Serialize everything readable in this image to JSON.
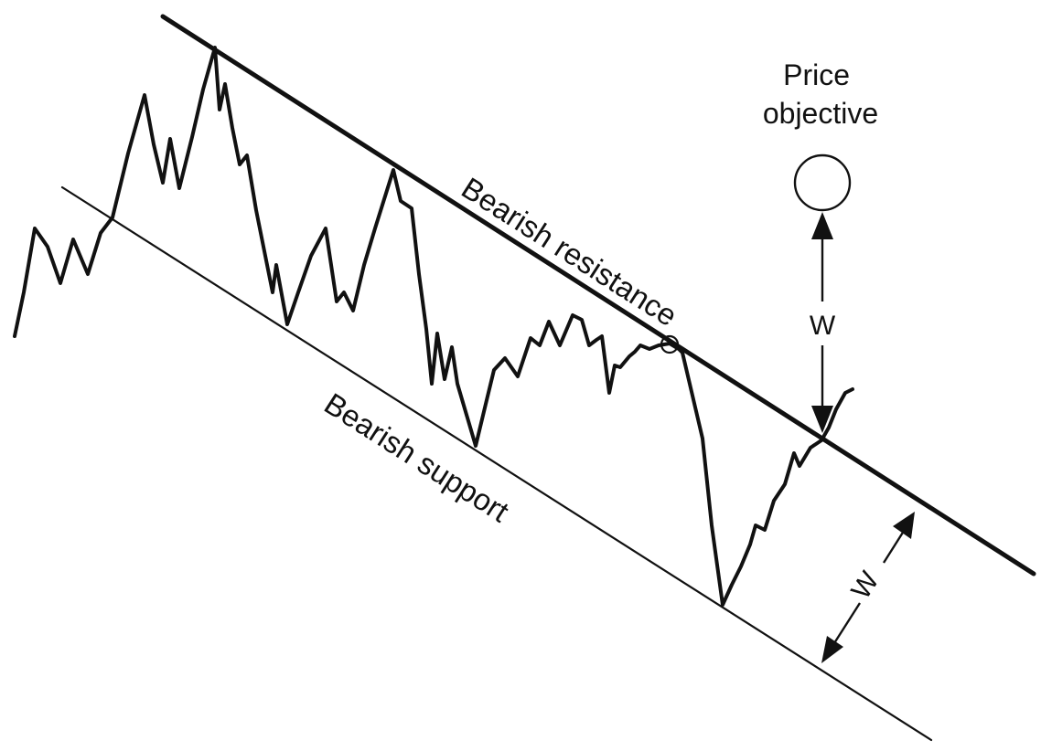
{
  "labels": {
    "resistance": "Bearish resistance",
    "support": "Bearish support",
    "objective": "Price\nobjective",
    "objective_line1": "Price",
    "objective_line2": "objective",
    "width_upper": "W",
    "width_lower": "W"
  },
  "colors": {
    "ink": "#111111",
    "background": "#ffffff"
  }
}
